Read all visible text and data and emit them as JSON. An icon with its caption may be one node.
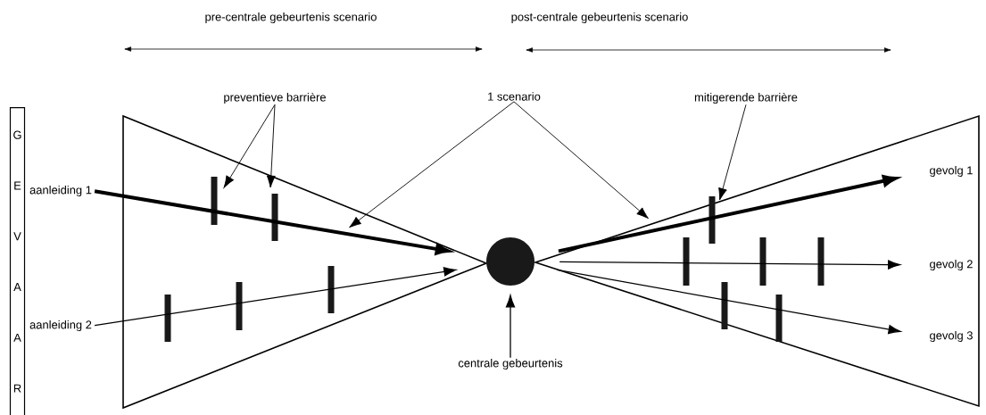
{
  "diagram": {
    "nodes": [
      {
        "text": [
          "G E V A A R"
        ]
      },
      {
        "text": [
          "preventieve barrière"
        ]
      },
      {
        "text": [
          "1 scenario"
        ]
      },
      {
        "text": [
          "mitigerende barrière"
        ]
      },
      {
        "text": [
          "aanleiding 1"
        ]
      },
      {
        "text": [
          "aanleiding 2"
        ]
      },
      {
        "text": [],
        "shape": "circle"
      },
      {
        "text": [
          "gevolg 1"
        ]
      },
      {
        "text": [
          "gevolg 2"
        ]
      },
      {
        "text": [
          "gevolg 3"
        ]
      },
      {
        "text": [
          "centrale gebeurtenis"
        ]
      }
    ],
    "edges": [
      {
        "from": 4,
        "to": 6,
        "arrow": "to",
        "style": "thick"
      },
      {
        "from": 5,
        "to": 6,
        "arrow": "to"
      },
      {
        "from": 6,
        "to": 7,
        "arrow": "to",
        "style": "thick"
      },
      {
        "from": 6,
        "to": 8,
        "arrow": "to"
      },
      {
        "from": 6,
        "to": 9,
        "arrow": "to"
      },
      {
        "from": 1,
        "to": null,
        "arrow": "to"
      },
      {
        "from": 1,
        "to": null,
        "arrow": "to"
      },
      {
        "from": 2,
        "to": null,
        "arrow": "to"
      },
      {
        "from": 2,
        "to": null,
        "arrow": "to"
      },
      {
        "from": 3,
        "to": null,
        "arrow": "to"
      },
      {
        "from": 10,
        "to": 6,
        "arrow": "to"
      }
    ],
    "labels": [
      "pre-centrale gebeurtenis scenario",
      "post-centrale gebeurtenis scenario"
    ]
  }
}
